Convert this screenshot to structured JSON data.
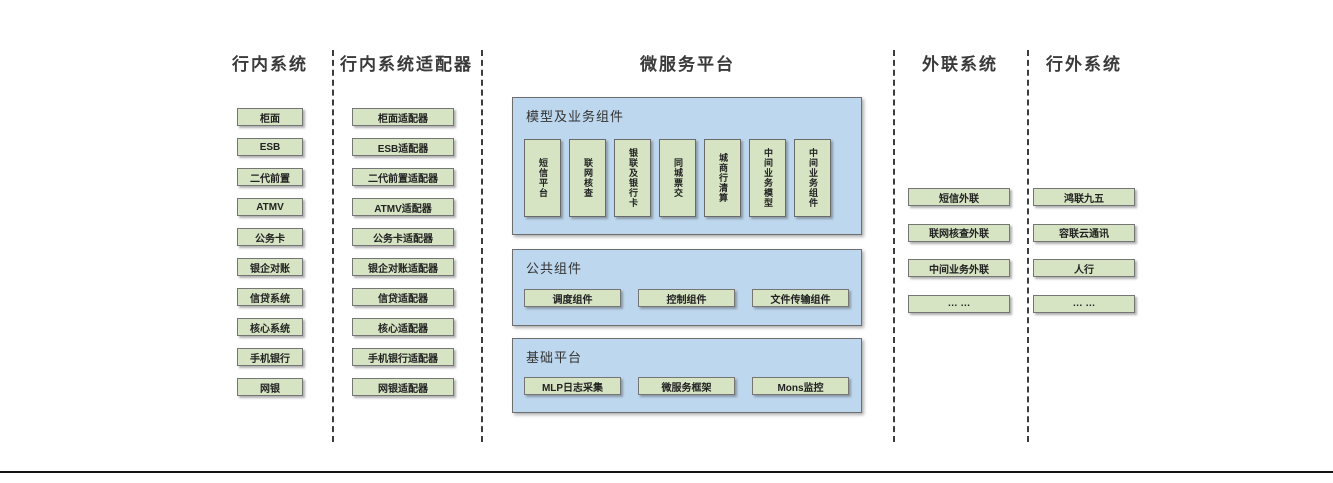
{
  "colors": {
    "node_fill": "#d7e4c4",
    "panel_fill": "#bdd7ee",
    "border_gray": "#757575",
    "divider_gray": "#3c3c3c"
  },
  "columns": {
    "inhouse": {
      "title": "行内系统",
      "items": [
        "柜面",
        "ESB",
        "二代前置",
        "ATMV",
        "公务卡",
        "银企对账",
        "信贷系统",
        "核心系统",
        "手机银行",
        "网银"
      ]
    },
    "adapters": {
      "title": "行内系统适配器",
      "items": [
        "柜面适配器",
        "ESB适配器",
        "二代前置适配器",
        "ATMV适配器",
        "公务卡适配器",
        "银企对账适配器",
        "信贷适配器",
        "核心适配器",
        "手机银行适配器",
        "网银适配器"
      ]
    },
    "platform": {
      "title": "微服务平台",
      "panels": {
        "model": {
          "title": "模型及业务组件",
          "items": [
            "短信平台",
            "联网核查",
            "银联及银行卡",
            "同城票交",
            "城商行清算",
            "中间业务模型",
            "中间业务组件"
          ]
        },
        "common": {
          "title": "公共组件",
          "items": [
            "调度组件",
            "控制组件",
            "文件传输组件"
          ]
        },
        "base": {
          "title": "基础平台",
          "items": [
            "MLP日志采集",
            "微服务框架",
            "Mons监控"
          ]
        }
      }
    },
    "outreach": {
      "title": "外联系统",
      "items": [
        "短信外联",
        "联网核查外联",
        "中间业务外联",
        "… …"
      ]
    },
    "external": {
      "title": "行外系统",
      "items": [
        "鸿联九五",
        "容联云通讯",
        "人行",
        "… …"
      ]
    }
  }
}
